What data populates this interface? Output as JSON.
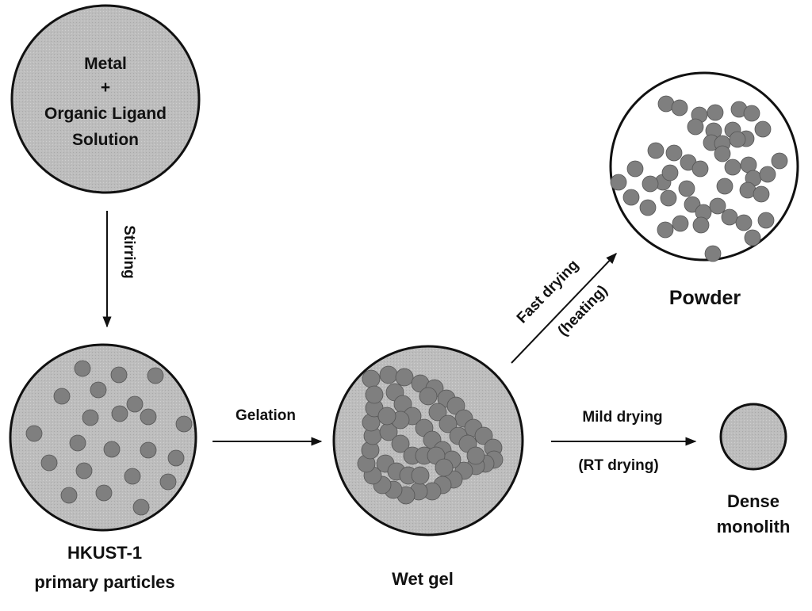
{
  "colors": {
    "circle_fill": "#bdbdbd",
    "particle_fill": "#7f7f7f",
    "outline": "#111111",
    "white_fill": "#ffffff",
    "text": "#111111"
  },
  "nodes": {
    "solution": {
      "lines": [
        "Metal",
        "+",
        "Organic Ligand",
        "Solution"
      ]
    },
    "primary": {
      "label_lines": [
        "HKUST-1",
        "primary particles"
      ]
    },
    "wetgel": {
      "label": "Wet gel"
    },
    "powder": {
      "label": "Powder"
    },
    "monolith": {
      "label_lines": [
        "Dense",
        "monolith"
      ]
    }
  },
  "arrows": {
    "stirring": {
      "label": "Stirring"
    },
    "gelation": {
      "label": "Gelation"
    },
    "fast": {
      "label_top": "Fast drying",
      "label_bottom": "(heating)"
    },
    "mild": {
      "label_top": "Mild drying",
      "label_bottom": "(RT drying)"
    }
  }
}
